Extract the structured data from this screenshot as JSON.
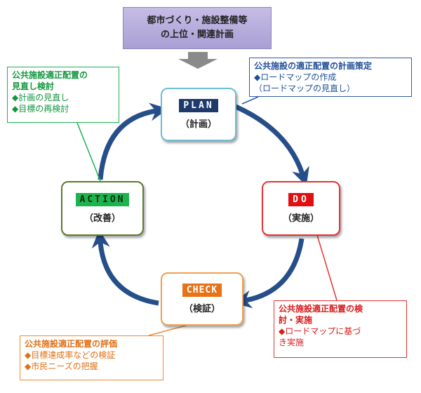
{
  "upper_plan": {
    "line1": "都市づくり・施設整備等",
    "line2": "の上位・関連計画"
  },
  "cycle": {
    "plan": {
      "label": "PLAN",
      "sub": "（計画）"
    },
    "do": {
      "label": "DO",
      "sub": "（実施）"
    },
    "check": {
      "label": "CHECK",
      "sub": "（検証）"
    },
    "action": {
      "label": "ACTION",
      "sub": "（改善）"
    }
  },
  "callouts": {
    "plan": {
      "title": "公共施設の適正配置の計画策定",
      "items": [
        "◆ロードマップの作成",
        "（ロードマップの見直し）"
      ]
    },
    "action": {
      "title1": "公共施設適正配置の",
      "title2": "見直し検討",
      "items": [
        "◆計画の見直し",
        "◆目標の再検討"
      ]
    },
    "do": {
      "title1": "公共施設適正配置の検",
      "title2": "討・実施",
      "items": [
        "◆ロードマップに基づ",
        "き実施"
      ]
    },
    "check": {
      "title": "公共施設適正配置の評価",
      "items": [
        "◆目標達成率などの検証",
        "◆市民ニーズの把握"
      ]
    }
  },
  "colors": {
    "cycle_arrow": "#264f8a",
    "down_arrow": "#8a8a8a",
    "plan": "#1d3a6b",
    "do": "#e01010",
    "check": "#e67318",
    "action": "#1db34e"
  }
}
